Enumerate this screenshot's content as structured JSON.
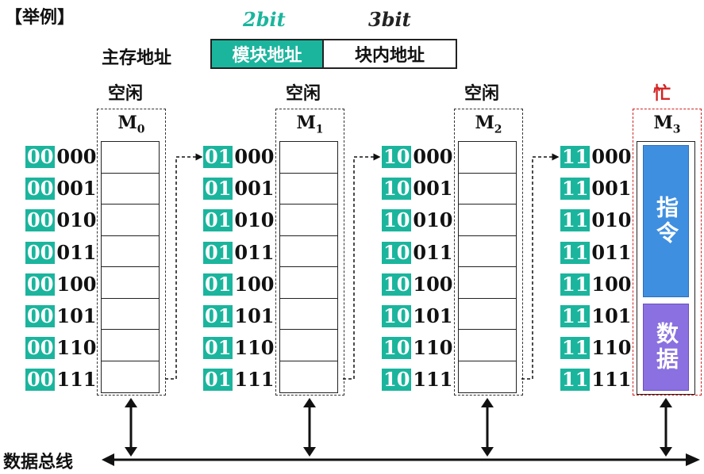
{
  "title": "【举例】",
  "bits": {
    "module": "2bit",
    "inblock": "3bit"
  },
  "address_format": {
    "label": "主存地址",
    "module_field": "模块地址",
    "inblock_field": "块内地址"
  },
  "colors": {
    "accent": "#1bb59d",
    "busy": "#d42020",
    "instruction": "#3f8fe0",
    "data": "#8a70e0"
  },
  "modules": [
    {
      "name": "M",
      "sub": "0",
      "status": "空闲",
      "prefix": "00"
    },
    {
      "name": "M",
      "sub": "1",
      "status": "空闲",
      "prefix": "01"
    },
    {
      "name": "M",
      "sub": "2",
      "status": "空闲",
      "prefix": "10"
    },
    {
      "name": "M",
      "sub": "3",
      "status": "忙",
      "prefix": "11"
    }
  ],
  "offsets": [
    "000",
    "001",
    "010",
    "011",
    "100",
    "101",
    "110",
    "111"
  ],
  "blocks": {
    "instruction": "指令",
    "data": "数据"
  },
  "bus_label": "数据总线"
}
